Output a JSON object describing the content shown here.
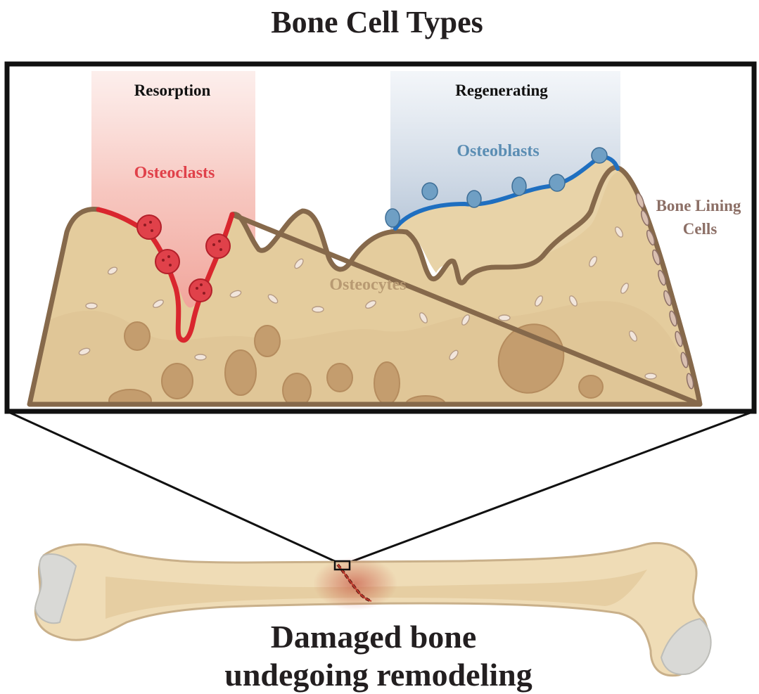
{
  "title": "Bone Cell Types",
  "zones": {
    "resorption": {
      "label": "Resorption",
      "tint": "#f3a49a"
    },
    "regenerating": {
      "label": "Regenerating",
      "tint": "#b4c4d8"
    }
  },
  "cells": {
    "osteoclasts": {
      "label": "Osteoclasts",
      "color": "#e0414a"
    },
    "osteoblasts": {
      "label": "Osteoblasts",
      "color": "#5a8db3"
    },
    "osteocytes": {
      "label": "Osteocytes",
      "color": "#b89a72"
    },
    "lining": {
      "line1": "Bone Lining",
      "line2": "Cells",
      "color": "#8c6f66"
    }
  },
  "caption": {
    "line1": "Damaged bone",
    "line2": "undegoing remodeling"
  },
  "colors": {
    "bone_fill": "#e4cc9d",
    "bone_outline": "#86694b",
    "pore": "#c49d6e",
    "femur": "#efdcb6",
    "cartilage": "#d9d9d6",
    "frame": "#111111",
    "damage": "#c0392b"
  }
}
